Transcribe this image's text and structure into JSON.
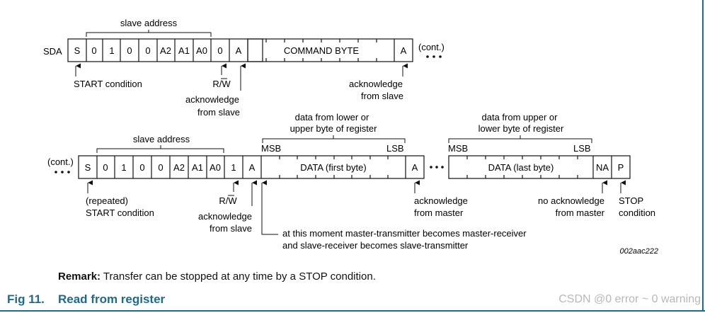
{
  "row1": {
    "sda_label": "SDA",
    "cells": [
      "S",
      "0",
      "1",
      "0",
      "0",
      "A2",
      "A1",
      "A0",
      "0",
      "A"
    ],
    "command_byte": "COMMAND BYTE",
    "ack_cell": "A",
    "cont": "(cont.)",
    "brace_label": "slave address",
    "start": "START condition",
    "rw": "R/W",
    "ack_slave": [
      "acknowledge",
      "from slave"
    ],
    "ack_slave2": [
      "acknowledge",
      "from slave"
    ]
  },
  "row2": {
    "cont": "(cont.)",
    "cells": [
      "S",
      "0",
      "1",
      "0",
      "0",
      "A2",
      "A1",
      "A0",
      "1",
      "A"
    ],
    "brace_label": "slave address",
    "data_first": "DATA (first byte)",
    "data_last": "DATA (last byte)",
    "ack_cell": "A",
    "na_cell": "NA",
    "p_cell": "P",
    "msb": "MSB",
    "lsb": "LSB",
    "lower_upper": [
      "data from lower or",
      "upper byte of register"
    ],
    "upper_lower": [
      "data from upper or",
      "lower byte of register"
    ],
    "repeated_start": [
      "(repeated)",
      "START condition"
    ],
    "rw": "R/W",
    "ack_slave": [
      "acknowledge",
      "from slave"
    ],
    "ack_master": [
      "acknowledge",
      "from master"
    ],
    "no_ack_master": [
      "no acknowledge",
      "from master"
    ],
    "stop": [
      "STOP",
      "condition"
    ],
    "moment": [
      "at this moment master-transmitter becomes master-receiver",
      "and slave-receiver becomes slave-transmitter"
    ]
  },
  "figure_id": "002aac222",
  "remark_label": "Remark:",
  "remark_text": " Transfer can be stopped at any time by a STOP condition.",
  "caption_num": "Fig 11.",
  "caption_title": "Read from register",
  "watermark": "CSDN @0 error ~ 0 warning"
}
